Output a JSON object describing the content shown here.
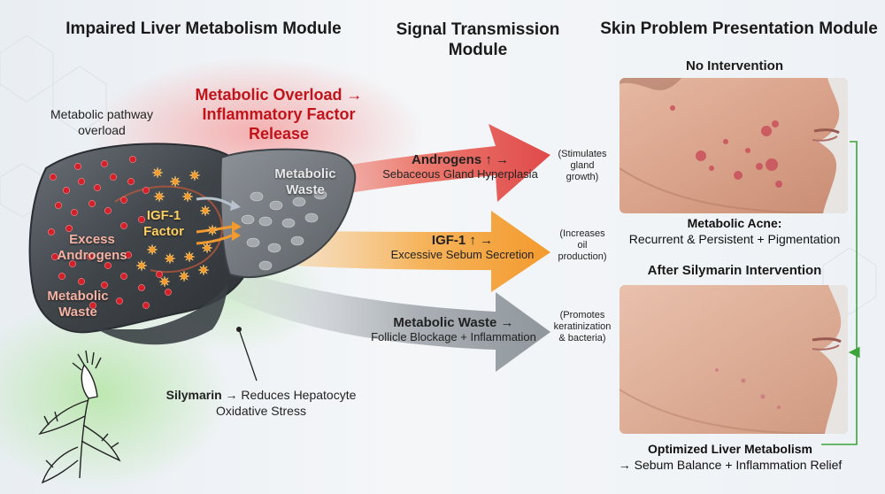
{
  "titles": {
    "liver_module": "Impaired Liver Metabolism Module",
    "signal_module_line1": "Signal Transmission",
    "signal_module_line2": "Module",
    "skin_module": "Skin Problem Presentation Module"
  },
  "liver": {
    "pathway_line1": "Metabolic pathway",
    "pathway_line2": "overload",
    "overload_line1": "Metabolic Overload →",
    "overload_line2": "Inflammatory Factor",
    "overload_line3": "Release",
    "excess_line1": "Excess",
    "excess_line2": "Androgens",
    "waste_line1": "Metabolic",
    "waste_line2": "Waste",
    "igf_line1": "IGF-1",
    "igf_line2": "Factor",
    "waste_r_line1": "Metabolic",
    "waste_r_line2": "Waste"
  },
  "signals": [
    {
      "head": "Androgens ↑ →",
      "sub": "Sebaceous Gland Hyperplasia",
      "note1": "(Stimulates",
      "note2": "gland",
      "note3": "growth)",
      "color": "#e04a4a"
    },
    {
      "head": "IGF-1 ↑ →",
      "sub": "Excessive Sebum Secretion",
      "note1": "(Increases",
      "note2": "oil",
      "note3": "production)",
      "color": "#f39a2e"
    },
    {
      "head": "Metabolic Waste →",
      "sub": "Follicle Blockage + Inflammation",
      "note1": "(Promotes",
      "note2": "keratinization",
      "note3": "& bacteria)",
      "color": "#8f969c"
    }
  ],
  "silymarin": {
    "name": "Silymarin",
    "line1_rest": " → Reduces Hepatocyte",
    "line2": "Oxidative Stress"
  },
  "skin": {
    "no_intervention": "No Intervention",
    "acne_title": "Metabolic Acne:",
    "acne_desc": "Recurrent & Persistent + Pigmentation",
    "after_intervention": "After Silymarin Intervention",
    "optimized_title": "Optimized Liver Metabolism",
    "optimized_desc": "→ Sebum Balance + Inflammation Relief"
  },
  "colors": {
    "overload_red": "#c0141a",
    "green_loop": "#3aa33a",
    "liver_gray": "#4d5257"
  }
}
